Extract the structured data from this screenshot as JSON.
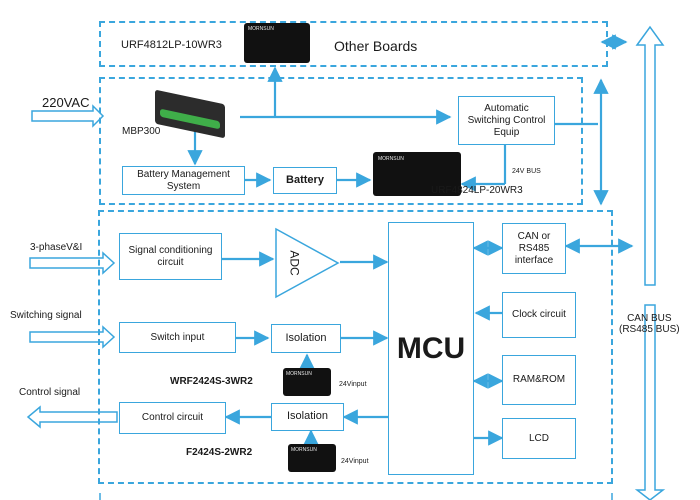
{
  "colors": {
    "accent": "#3aa6dd",
    "text": "#1a1a1a",
    "chip_body": "#111111"
  },
  "top_board": {
    "module_label": "URF4812LP-10WR3",
    "title": "Other Boards"
  },
  "power": {
    "input_label": "220VAC",
    "mbp_label": "MBP300",
    "battery_mgmt_label": "Battery Management\nSystem",
    "battery_label": "Battery",
    "auto_switch_label": "Automatic\nSwitching Control\nEquip",
    "bus_label": "24V BUS",
    "module_label": "URF4824LP-20WR3"
  },
  "control": {
    "input_3phase": "3-phaseV&I",
    "input_switching": "Switching signal",
    "output_control": "Control signal",
    "signal_cond": "Signal conditioning\ncircuit",
    "adc": "ADC",
    "mcu": "MCU",
    "can_iface": "CAN or\nRS485\ninterface",
    "clock": "Clock circuit",
    "ram_rom": "RAM&ROM",
    "lcd": "LCD",
    "switch_input": "Switch input",
    "control_circuit": "Control circuit",
    "isolation_1": "Isolation",
    "isolation_2": "Isolation",
    "module_1": "WRF2424S-3WR2",
    "module_2": "F2424S-2WR2",
    "vin_1": "24Vinput",
    "vin_2": "24Vinput"
  },
  "bus": {
    "label": "CAN BUS\n(RS485 BUS)"
  },
  "icons": [
    "block-arrow-icon",
    "double-arrow-icon",
    "triangle-icon",
    "module-chip-icon"
  ]
}
